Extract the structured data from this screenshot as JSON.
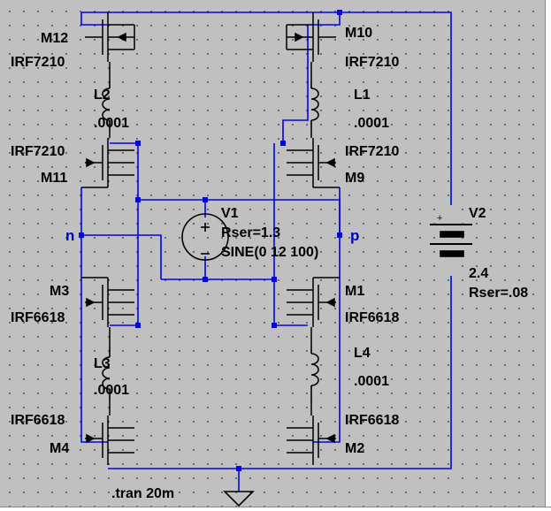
{
  "components": {
    "m12": {
      "name": "M12",
      "model": "IRF7210"
    },
    "m11": {
      "name": "M11",
      "model": "IRF7210"
    },
    "m10": {
      "name": "M10",
      "model": "IRF7210"
    },
    "m9": {
      "name": "M9",
      "model": "IRF7210"
    },
    "m3": {
      "name": "M3",
      "model": "IRF6618"
    },
    "m4": {
      "name": "M4",
      "model": "IRF6618"
    },
    "m1": {
      "name": "M1",
      "model": "IRF6618"
    },
    "m2": {
      "name": "M2",
      "model": "IRF6618"
    },
    "l1": {
      "name": "L1",
      "value": ".0001"
    },
    "l2": {
      "name": "L2",
      "value": ".0001"
    },
    "l3": {
      "name": "L3",
      "value": ".0001"
    },
    "l4": {
      "name": "L4",
      "value": ".0001"
    },
    "v1": {
      "name": "V1",
      "rser": "Rser=1.3",
      "value": "SINE(0 12 100)"
    },
    "v2": {
      "name": "V2",
      "value": "2.4",
      "rser": "Rser=.08",
      "plus": "+"
    }
  },
  "nets": {
    "n": "n",
    "p": "p"
  },
  "directive": ".tran 20m",
  "colors": {
    "background": "#c0c0c0",
    "wire": "#0000ff",
    "symbol": "#000000",
    "net_label": "#0000c8"
  }
}
